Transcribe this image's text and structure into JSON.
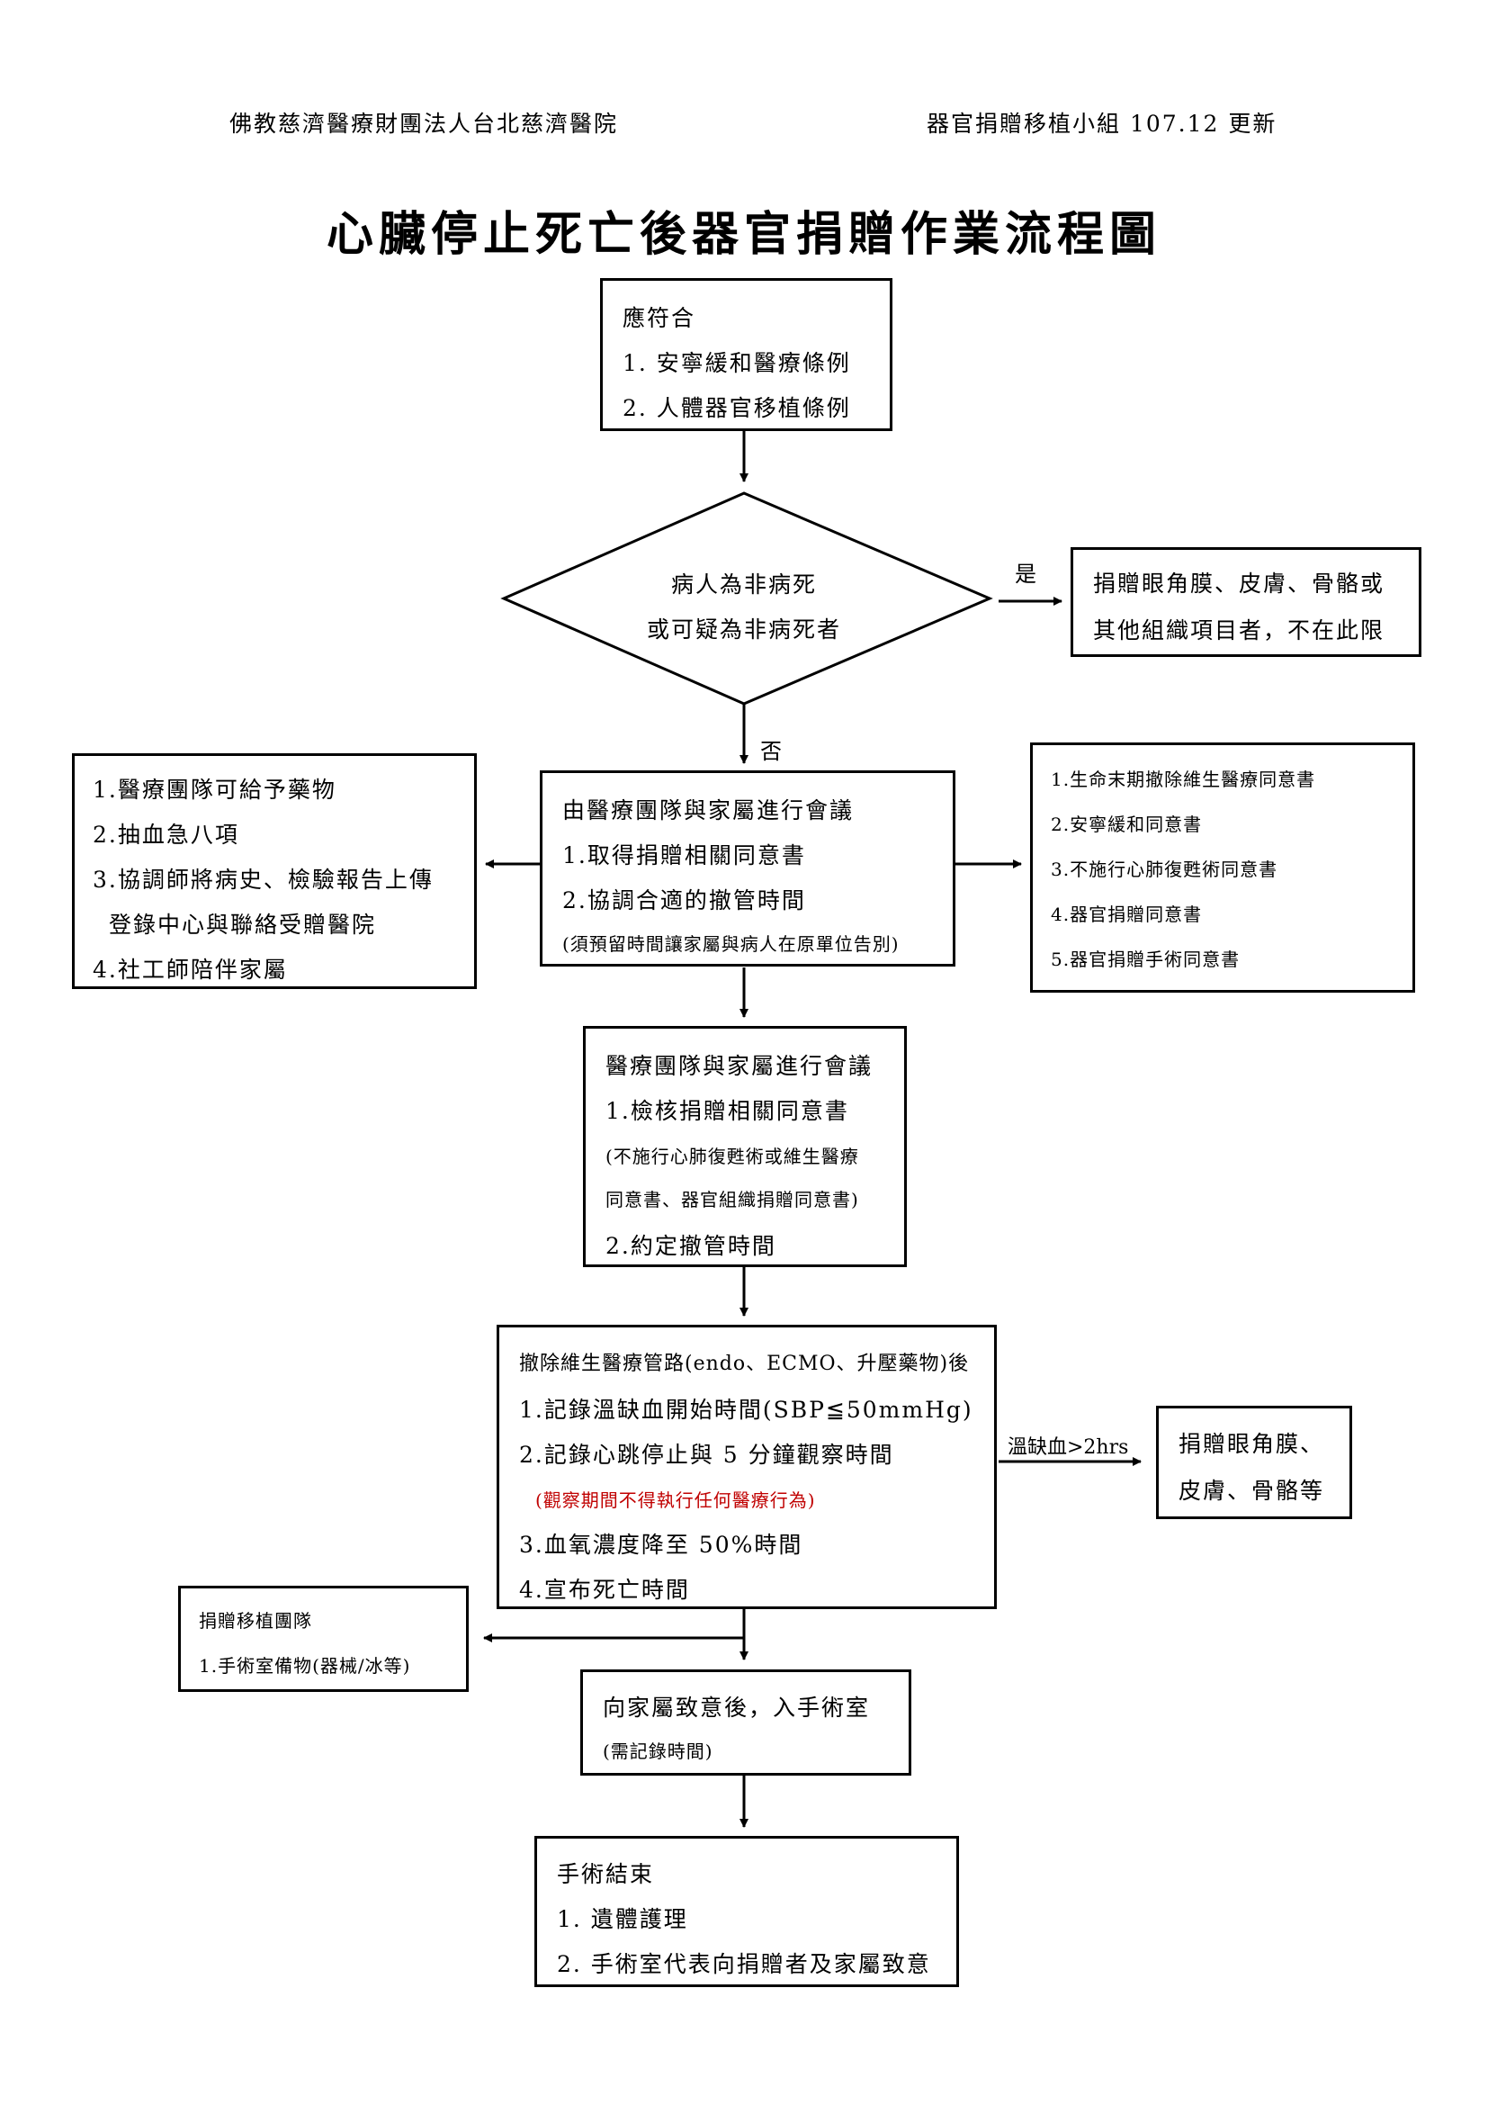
{
  "header": {
    "organization": "佛教慈濟醫療財團法人台北慈濟醫院",
    "unit_update": "器官捐贈移植小組  107.12  更新"
  },
  "title": "心臟停止死亡後器官捐贈作業流程圖",
  "box_criteria": {
    "heading": "應符合",
    "items": [
      "1. 安寧緩和醫療條例",
      "2. 人體器官移植條例"
    ]
  },
  "decision": {
    "line1": "病人為非病死",
    "line2": "或可疑為非病死者",
    "yes_label": "是",
    "no_label": "否"
  },
  "box_yes": {
    "line1": "捐贈眼角膜、皮膚、骨骼或",
    "line2": "其他組織項目者，不在此限"
  },
  "box_meeting1": {
    "heading": "由醫療團隊與家屬進行會議",
    "items": [
      "1.取得捐贈相關同意書",
      "2.協調合適的撤管時間"
    ],
    "note": "(須預留時間讓家屬與病人在原單位告別)"
  },
  "box_left1": {
    "items": [
      "1.醫療團隊可給予藥物",
      "2.抽血急八項",
      "3.協調師將病史、檢驗報告上傳",
      "登錄中心與聯絡受贈醫院",
      "4.社工師陪伴家屬"
    ]
  },
  "box_right1": {
    "items": [
      "1.生命末期撤除維生醫療同意書",
      "2.安寧緩和同意書",
      "3.不施行心肺復甦術同意書",
      "4.器官捐贈同意書",
      "5.器官捐贈手術同意書"
    ]
  },
  "box_meeting2": {
    "heading": "醫療團隊與家屬進行會議",
    "item1": "1.檢核捐贈相關同意書",
    "note1": "(不施行心肺復甦術或維生醫療",
    "note2": "同意書、器官組織捐贈同意書)",
    "item2": "2.約定撤管時間"
  },
  "box_withdraw": {
    "heading": "撤除維生醫療管路(endo、ECMO、升壓藥物)後",
    "item1": "1.記錄溫缺血開始時間(SBP≦50mmHg)",
    "item2": "2.記錄心跳停止與 5 分鐘觀察時間",
    "warning": "(觀察期間不得執行任何醫療行為)",
    "item3": "3.血氧濃度降至 50%時間",
    "item4": "4.宣布死亡時間"
  },
  "ischemia_label": "溫缺血>2hrs",
  "box_tissue": {
    "line1": "捐贈眼角膜、",
    "line2": "皮膚、骨骼等"
  },
  "box_team": {
    "heading": "捐贈移植團隊",
    "item1": "1.手術室備物(器械/冰等)"
  },
  "box_condolence": {
    "line1": "向家屬致意後，入手術室",
    "line2": "(需記錄時間)"
  },
  "box_end": {
    "heading": "手術結束",
    "item1": "1. 遺體護理",
    "item2": "2. 手術室代表向捐贈者及家屬致意"
  }
}
